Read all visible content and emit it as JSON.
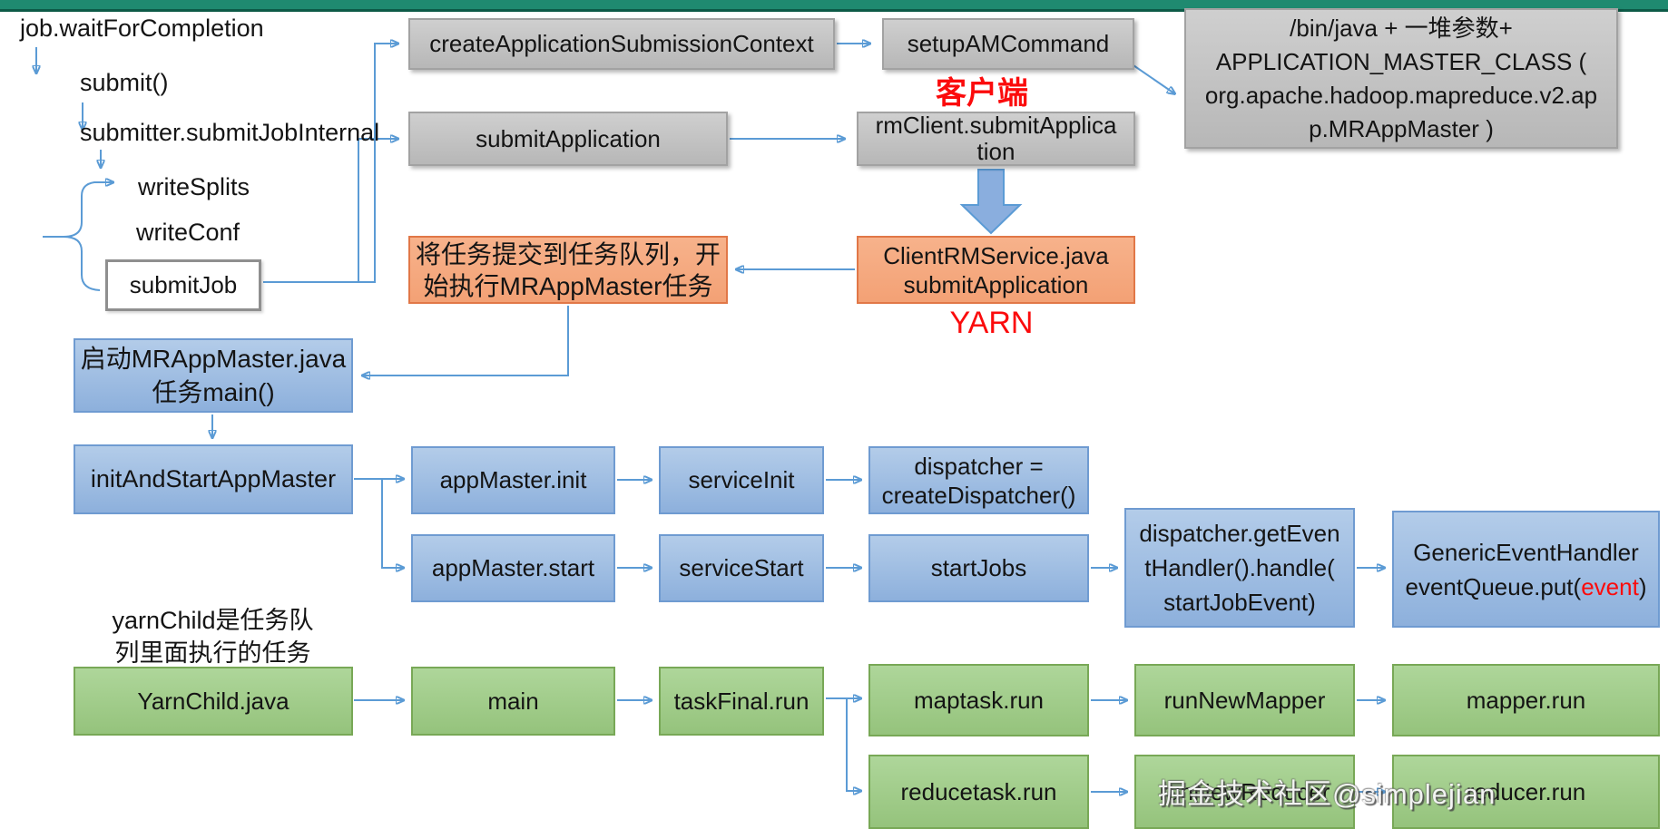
{
  "topbar": {
    "color": "#1f8a70",
    "edge_color": "#0d5a47"
  },
  "colors": {
    "connector_blue": "#5b9bd5",
    "red_text": "#fb0b0c",
    "box_gray": "#c2c2c2",
    "box_blue": "#9dc3e6",
    "box_green": "#a9d18e",
    "box_orange": "#f5ab80"
  },
  "left_flow": {
    "job_wait_for_completion": "job.waitForCompletion",
    "submit": "submit()",
    "submitter_submit_job_internal": "submitter.submitJobInternal",
    "write_splits": "writeSplits",
    "write_conf": "writeConf",
    "submit_job": "submitJob"
  },
  "client_section": {
    "client_label": "客户端",
    "create_application_submission_context": "createApplicationSubmissionContext",
    "setup_am_command": "setupAMCommand",
    "bin_java_box": {
      "lines": [
        "/bin/java + 一堆参数+",
        "APPLICATION_MASTER_CLASS (",
        "org.apache.hadoop.mapreduce.v2.ap",
        "p.MRAppMaster )"
      ]
    },
    "submit_application": "submitApplication",
    "rm_client_submit_application": {
      "lines": [
        "rmClient.submitApplica",
        "tion"
      ]
    }
  },
  "yarn_section": {
    "yarn_label": "YARN",
    "client_rm_service": {
      "lines": [
        "ClientRMService.java",
        "submitApplication"
      ]
    },
    "submit_to_queue": {
      "lines": [
        "将任务提交到任务队列，开",
        "始执行MRAppMaster任务"
      ]
    },
    "start_mr_app_master": {
      "lines": [
        "启动MRAppMaster.java",
        "任务main()"
      ]
    },
    "init_and_start_app_master": "initAndStartAppMaster",
    "app_master_init": "appMaster.init",
    "service_init": "serviceInit",
    "dispatcher_create": {
      "lines": [
        "dispatcher =",
        "createDispatcher()"
      ]
    },
    "app_master_start": "appMaster.start",
    "service_start": "serviceStart",
    "start_jobs": "startJobs",
    "dispatcher_handle": {
      "lines": [
        "dispatcher.getEven",
        "tHandler().handle(",
        "startJobEvent)"
      ]
    },
    "generic_event_handler": {
      "line1": "GenericEventHandler",
      "line2_prefix": "eventQueue.put(",
      "line2_highlight": "event",
      "line2_suffix": ")"
    }
  },
  "task_section": {
    "yarn_child_note": {
      "lines": [
        "yarnChild是任务队",
        "列里面执行的任务"
      ]
    },
    "yarn_child_java": "YarnChild.java",
    "main": "main",
    "task_final_run": "taskFinal.run",
    "maptask_run": "maptask.run",
    "run_new_mapper": "runNewMapper",
    "mapper_run": "mapper.run",
    "reducetask_run": "reducetask.run",
    "run_new_reducer": "runNewReducer",
    "reducer_run": "reducer.run"
  },
  "watermark": "掘金技术社区@simplejian"
}
